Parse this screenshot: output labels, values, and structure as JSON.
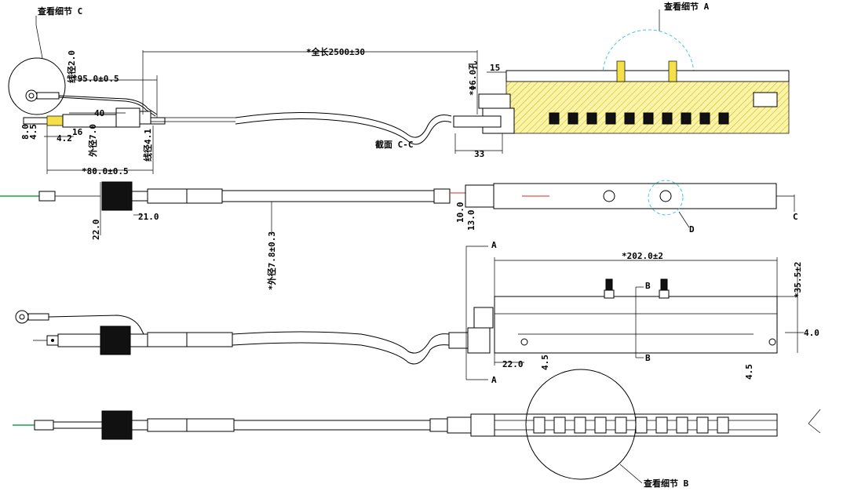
{
  "detail_labels": {
    "detail_c": "查看细节  C",
    "detail_a": "查看细节  A",
    "detail_b": "查看细节 B",
    "section_cc": "截面  C-C"
  },
  "dimensions": {
    "total_length": "*全长2500±30",
    "wire_dia_2": "线径2.0",
    "len_95": "*95.0±0.5",
    "len_40": "40",
    "len_8": "8.0",
    "len_4_5a": "4.5",
    "len_16": "16",
    "len_4_2": "4.2",
    "outer_dia_7": "外径7.0",
    "wire_dia_4_1": "线径4.1",
    "len_80": "*80.0±0.5",
    "hole_6": "*Φ6.0孔",
    "len_15": "15",
    "len_33": "33",
    "len_22": "22.0",
    "len_21": "21.0",
    "outer_dia_7_8": "*外径7.8±0.3",
    "len_10": "10.0",
    "len_13": "13.0",
    "len_202": "*202.0±2",
    "len_35_5": "*35.5±2",
    "len_4_0": "4.0",
    "len_22b": "22.0",
    "len_4_5b": "4.5",
    "len_4_5c": "4.5"
  },
  "callouts": {
    "c": "C",
    "d": "D",
    "a_top": "A",
    "a_bottom": "A",
    "b_top": "B",
    "b_bottom": "B"
  },
  "colors": {
    "line": "#000000",
    "yellow_part": "#f5e04a",
    "detail_circle": "#3fc6e6",
    "wire_green": "#1aa34a",
    "red_mark": "#e02424"
  }
}
